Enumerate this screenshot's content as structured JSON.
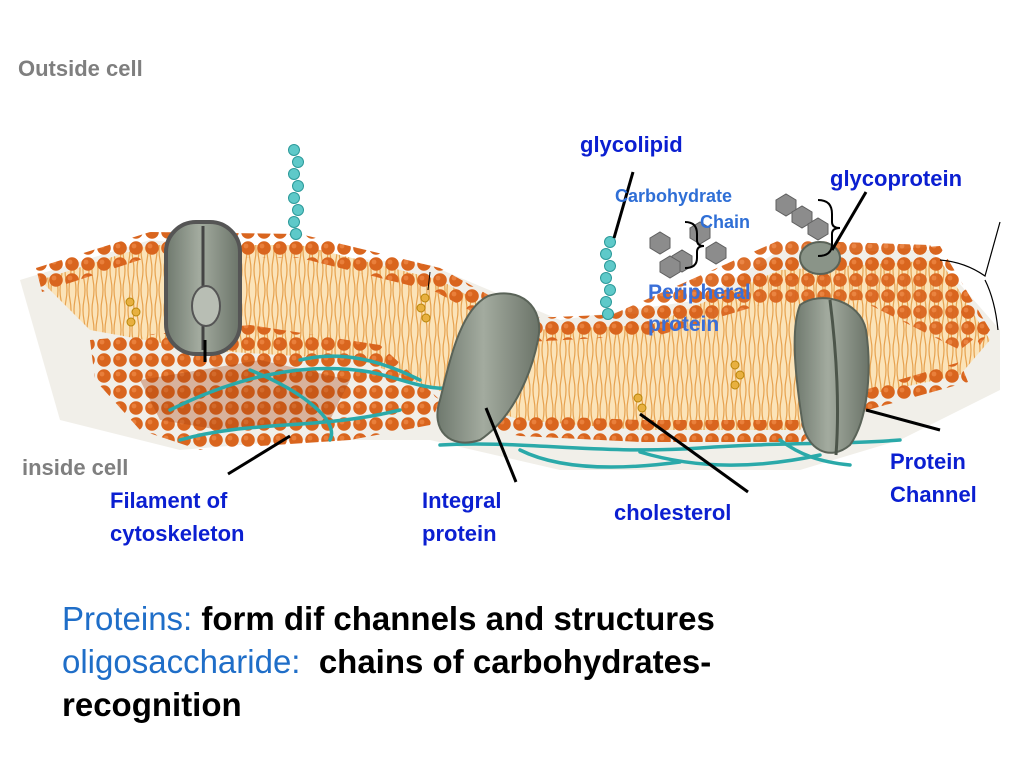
{
  "labels": {
    "outside_cell": "Outside cell",
    "inside_cell": "inside cell",
    "glycolipid": "glycolipid",
    "glycoprotein": "glycoprotein",
    "carbohydrate_chain_line1": "Carbohydrate",
    "carbohydrate_chain_line2": "Chain",
    "peripheral_protein_line1": "Peripheral",
    "peripheral_protein_line2": "protein",
    "protein_channel_line1": "Protein",
    "protein_channel_line2": "Channel",
    "filament_line1": "Filament of",
    "filament_line2": "cytoskeleton",
    "integral_protein_line1": "Integral",
    "integral_protein_line2": "protein",
    "cholesterol": "cholesterol"
  },
  "caption": {
    "line1_term": "Proteins:",
    "line1_text": " form dif channels and structures",
    "line2_term": "oligosaccharide:",
    "line2_text": "  chains of carbohydrates-",
    "line3_text": "recognition"
  },
  "colors": {
    "head": "#d9651e",
    "head_shade": "#a8420d",
    "tail": "#f6cd8a",
    "protein": "#8a9488",
    "carbohydrate": "#5ec9c9",
    "cytoskeleton": "#2aa9a9",
    "label_blue": "#0b1fd1",
    "caption_term": "#1f6ec8"
  }
}
